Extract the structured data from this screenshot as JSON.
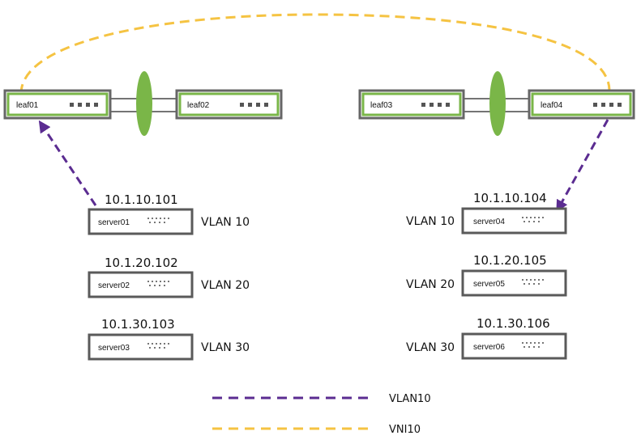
{
  "colors": {
    "switch_outer": "#666666",
    "switch_inner": "#7ab648",
    "server_border": "#5a5a5a",
    "vlan10_arrow": "#5b2c91",
    "vni10_line": "#f5c342",
    "bond_ellipse": "#7ab648",
    "port": "#555555"
  },
  "leaves": [
    {
      "name": "leaf01"
    },
    {
      "name": "leaf02"
    },
    {
      "name": "leaf03"
    },
    {
      "name": "leaf04"
    }
  ],
  "servers_left": [
    {
      "name": "server01",
      "ip": "10.1.10.101",
      "vlan": "VLAN 10"
    },
    {
      "name": "server02",
      "ip": "10.1.20.102",
      "vlan": "VLAN 20"
    },
    {
      "name": "server03",
      "ip": "10.1.30.103",
      "vlan": "VLAN 30"
    }
  ],
  "servers_right": [
    {
      "name": "server04",
      "ip": "10.1.10.104",
      "vlan": "VLAN 10"
    },
    {
      "name": "server05",
      "ip": "10.1.20.105",
      "vlan": "VLAN 20"
    },
    {
      "name": "server06",
      "ip": "10.1.30.106",
      "vlan": "VLAN 30"
    }
  ],
  "legend": {
    "vlan10": "VLAN10",
    "vni10": "VNI10"
  }
}
